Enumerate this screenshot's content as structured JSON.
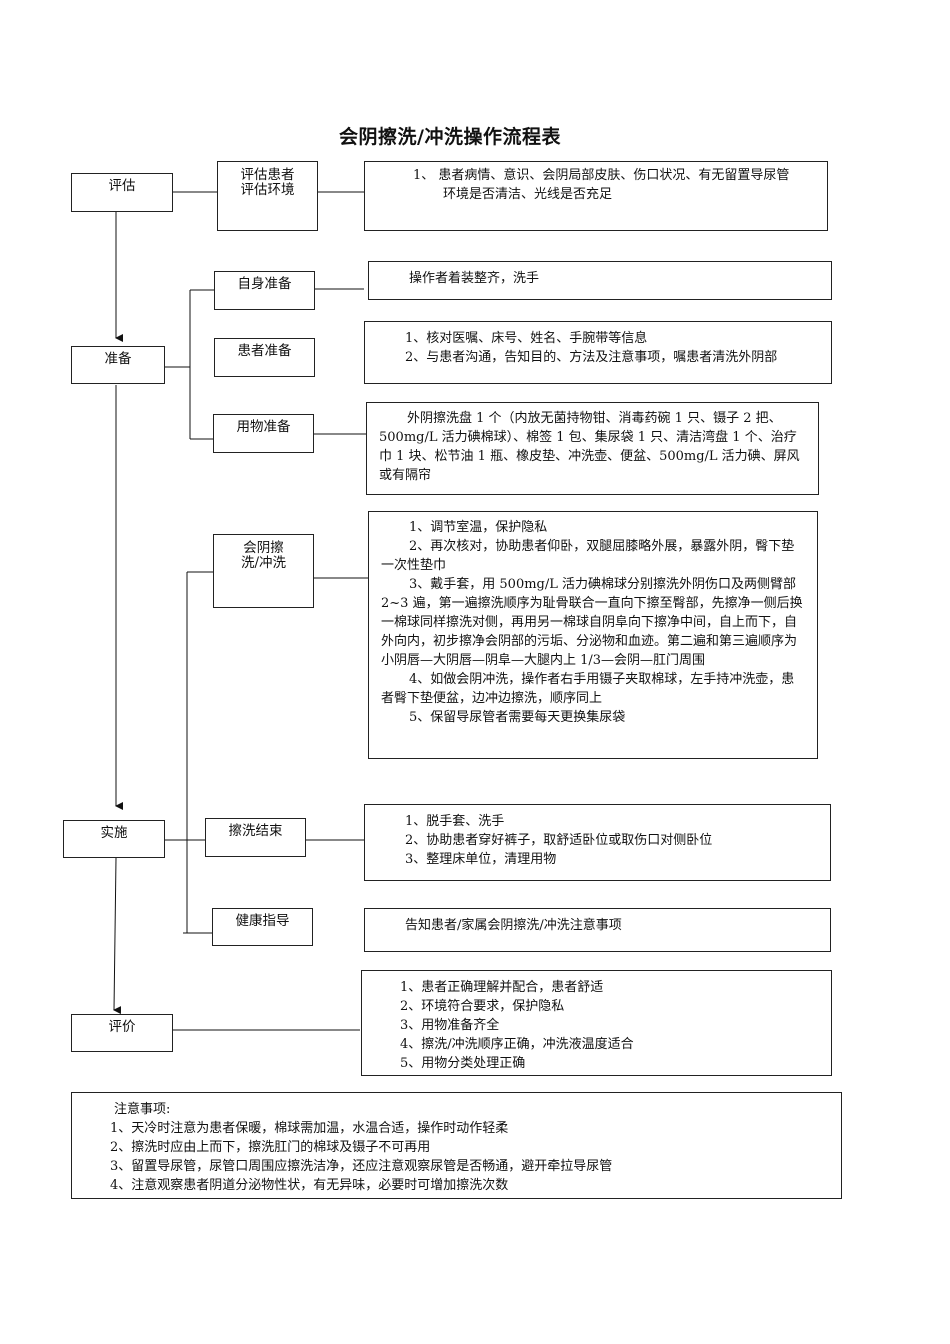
{
  "title": "会阴擦洗/冲洗操作流程表",
  "stages": {
    "assess": "评估",
    "prepare": "准备",
    "implement": "实施",
    "evaluate": "评价"
  },
  "steps": {
    "assess_patient_env": [
      "评估患者",
      "评估环境"
    ],
    "self_prep": "自身准备",
    "patient_prep": "患者准备",
    "supply_prep": "用物准备",
    "wash": [
      "会阴擦",
      "洗/冲洗"
    ],
    "wash_end": "擦洗结束",
    "health_guide": "健康指导"
  },
  "details": {
    "assess": [
      "1、  患者病情、意识、会阴局部皮肤、伤口状况、有无留置导尿管",
      "环境是否清洁、光线是否充足"
    ],
    "self_prep": "操作者着装整齐，洗手",
    "patient_prep": [
      "1、核对医嘱、床号、姓名、手腕带等信息",
      "2、与患者沟通，告知目的、方法及注意事项，嘱患者清洗外阴部"
    ],
    "supply_prep": "外阴擦洗盘 1 个（内放无菌持物钳、消毒药碗 1 只、镊子 2 把、500mg/L 活力碘棉球）、棉签 1 包、集尿袋 1 只、清洁湾盘 1 个、治疗巾 1 块、松节油 1 瓶、橡皮垫、冲洗壶、便盆、500mg/L 活力碘、屏风或有隔帘",
    "wash": [
      "1、调节室温，保护隐私",
      "2、再次核对，协助患者仰卧，双腿屈膝略外展，暴露外阴，臀下垫一次性垫巾",
      "3、戴手套，用 500mg/L 活力碘棉球分别擦洗外阴伤口及两侧臂部 2~3 遍，第一遍擦洗顺序为耻骨联合一直向下擦至臀部，先擦净一侧后换一棉球同样擦洗对侧，再用另一棉球自阴阜向下擦净中间，自上而下，自外向内，初步擦净会阴部的污垢、分泌物和血迹。第二遍和第三遍顺序为小阴唇—大阴唇—阴阜—大腿内上 1/3—会阴—肛门周围",
      "4、如做会阴冲洗，操作者右手用镊子夹取棉球，左手持冲洗壶，患者臀下垫便盆，边冲边擦洗，顺序同上",
      "5、保留导尿管者需要每天更换集尿袋"
    ],
    "wash_end": [
      "1、脱手套、洗手",
      "2、协助患者穿好裤子，取舒适卧位或取伤口对侧卧位",
      "3、整理床单位，清理用物"
    ],
    "health_guide": "告知患者/家属会阴擦洗/冲洗注意事项",
    "evaluate": [
      "1、患者正确理解并配合，患者舒适",
      "2、环境符合要求，保护隐私",
      "3、用物准备齐全",
      "4、擦洗/冲洗顺序正确，冲洗液温度适合",
      "5、用物分类处理正确"
    ]
  },
  "notes": {
    "heading": "注意事项:",
    "items": [
      "1、天冷时注意为患者保暖，棉球需加温，水温合适，操作时动作轻柔",
      "2、擦洗时应由上而下，擦洗肛门的棉球及镊子不可再用",
      "3、留置导尿管，尿管口周围应擦洗洁净，还应注意观察尿管是否畅通，避开牵拉导尿管",
      "4、注意观察患者阴道分泌物性状，有无异味，必要时可增加擦洗次数"
    ]
  }
}
